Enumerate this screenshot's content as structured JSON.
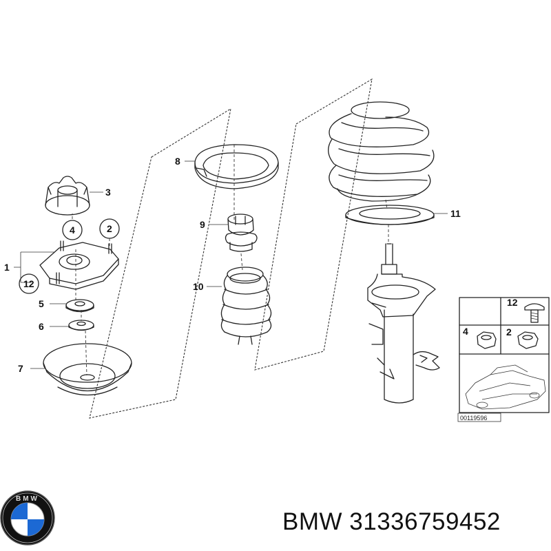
{
  "callouts": {
    "c1": "1",
    "c2": "2",
    "c3": "3",
    "c4": "4",
    "c5": "5",
    "c6": "6",
    "c7": "7",
    "c8": "8",
    "c9": "9",
    "c10": "10",
    "c11": "11",
    "c12": "12"
  },
  "inset": {
    "label_12": "12",
    "label_4": "4",
    "label_2": "2",
    "image_number": "00119596"
  },
  "logo_text": "BMW",
  "caption": "BMW 31336759452",
  "colors": {
    "line": "#222222",
    "logo_blue": "#1c69d4",
    "logo_ring": "#111111"
  }
}
